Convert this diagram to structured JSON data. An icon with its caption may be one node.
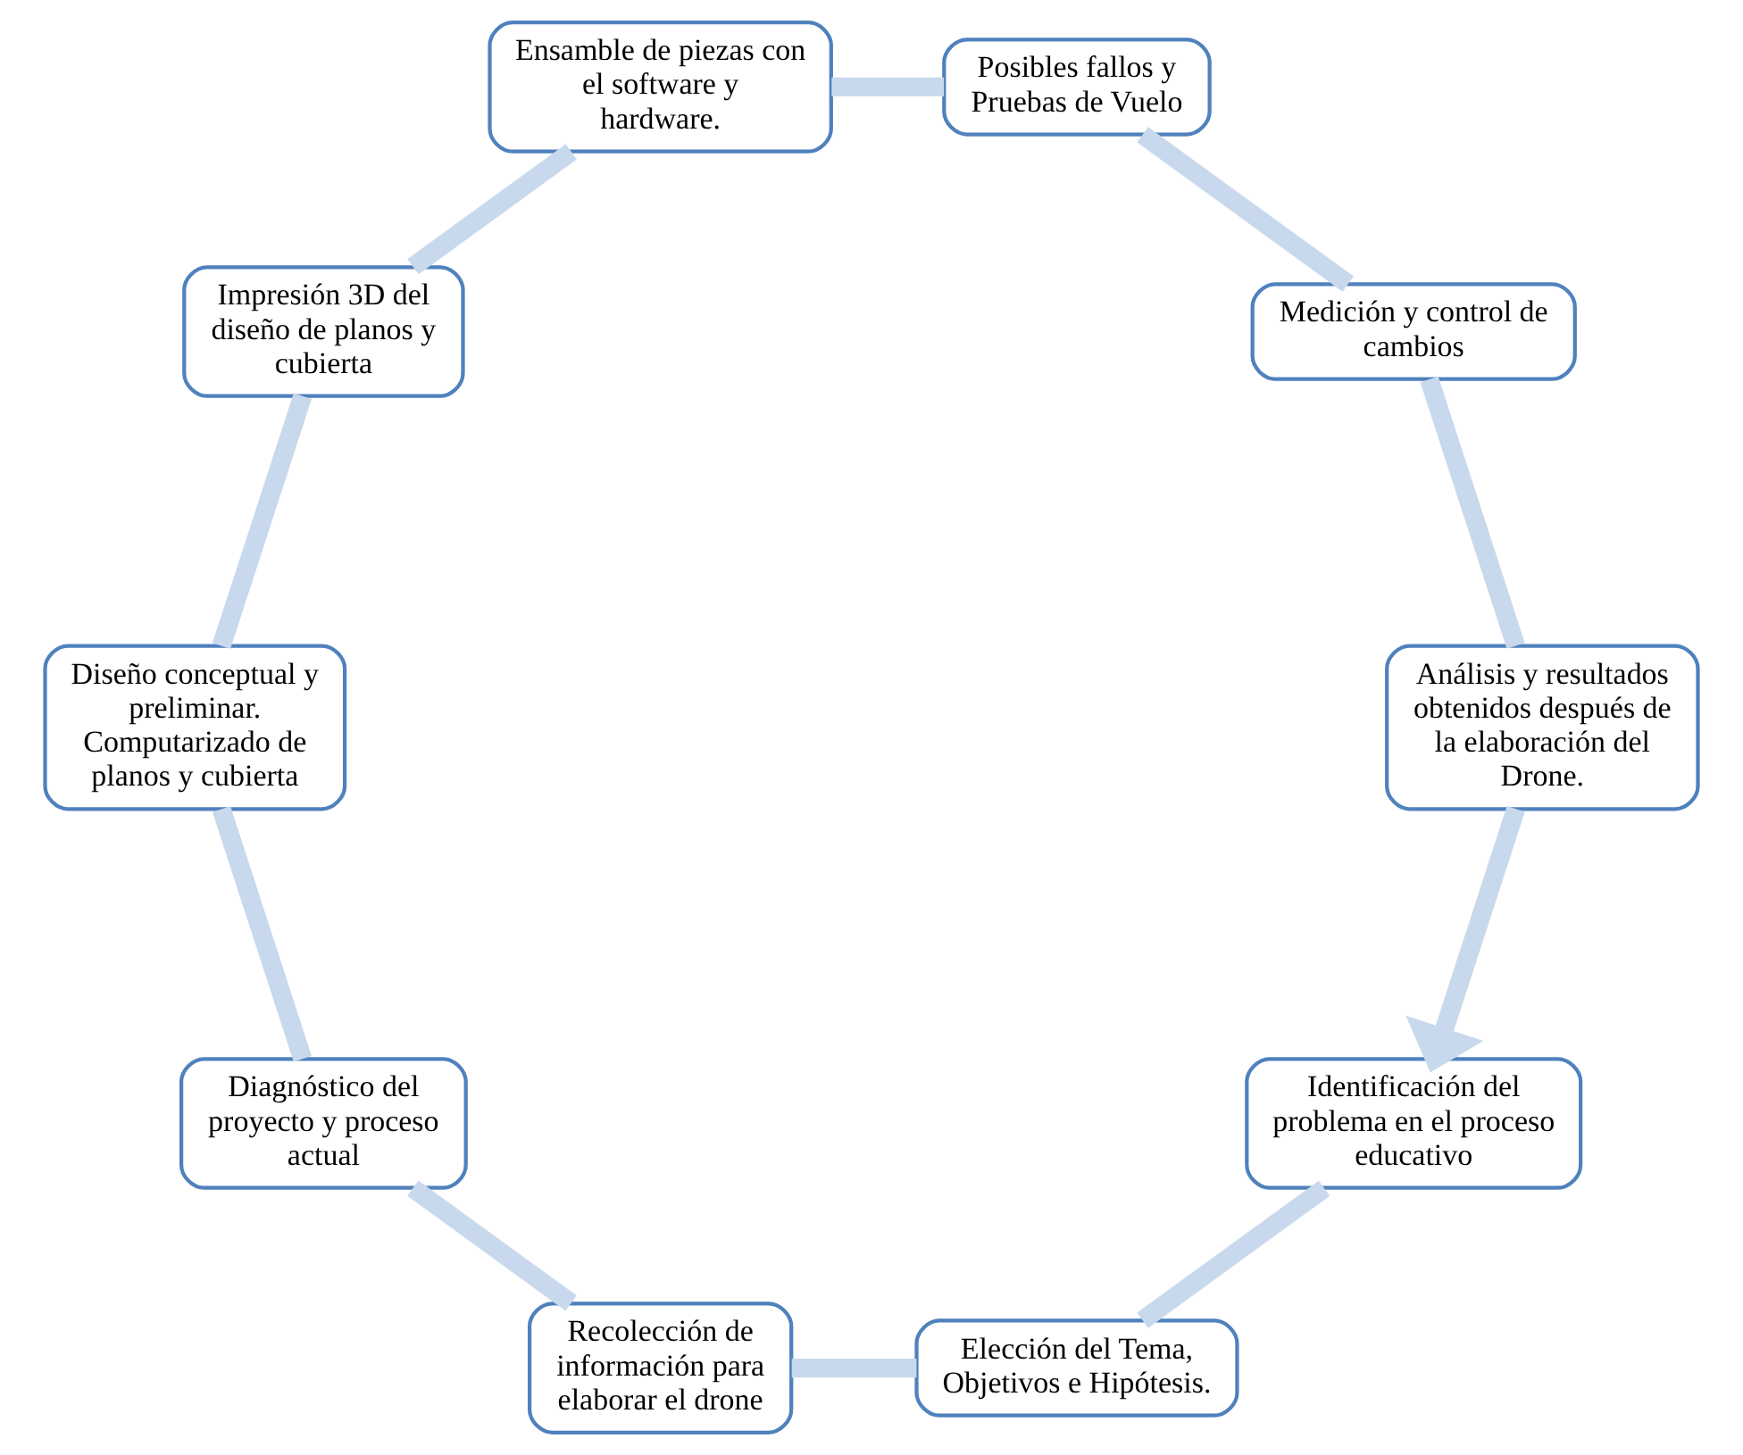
{
  "diagram": {
    "nodes": [
      {
        "text": [
          "Identificación del problema en el proceso educativo"
        ]
      },
      {
        "text": [
          "Elección del Tema, Objetivos e Hipótesis."
        ]
      },
      {
        "text": [
          "Recolección de información para elaborar el drone"
        ]
      },
      {
        "text": [
          "Diagnóstico del proyecto y proceso actual"
        ]
      },
      {
        "text": [
          "Diseño conceptual y preliminar. Computarizado de planos y cubierta"
        ]
      },
      {
        "text": [
          "Impresión 3D del diseño de planos y cubierta"
        ]
      },
      {
        "text": [
          "Ensamble de piezas con el software y hardware."
        ]
      },
      {
        "text": [
          "Posibles fallos y Pruebas de Vuelo"
        ]
      },
      {
        "text": [
          "Medición y control de cambios"
        ]
      },
      {
        "text": [
          "Análisis y resultados obtenidos después de la elaboración del Drone."
        ]
      }
    ],
    "edges": [
      {
        "from": 0,
        "to": 1,
        "arrow": "none"
      },
      {
        "from": 1,
        "to": 2,
        "arrow": "none"
      },
      {
        "from": 2,
        "to": 3,
        "arrow": "none"
      },
      {
        "from": 3,
        "to": 4,
        "arrow": "none"
      },
      {
        "from": 4,
        "to": 5,
        "arrow": "none"
      },
      {
        "from": 5,
        "to": 6,
        "arrow": "none"
      },
      {
        "from": 6,
        "to": 7,
        "arrow": "none"
      },
      {
        "from": 7,
        "to": 8,
        "arrow": "none"
      },
      {
        "from": 8,
        "to": 9,
        "arrow": "none"
      },
      {
        "from": 9,
        "to": 0,
        "arrow": "to"
      }
    ]
  }
}
